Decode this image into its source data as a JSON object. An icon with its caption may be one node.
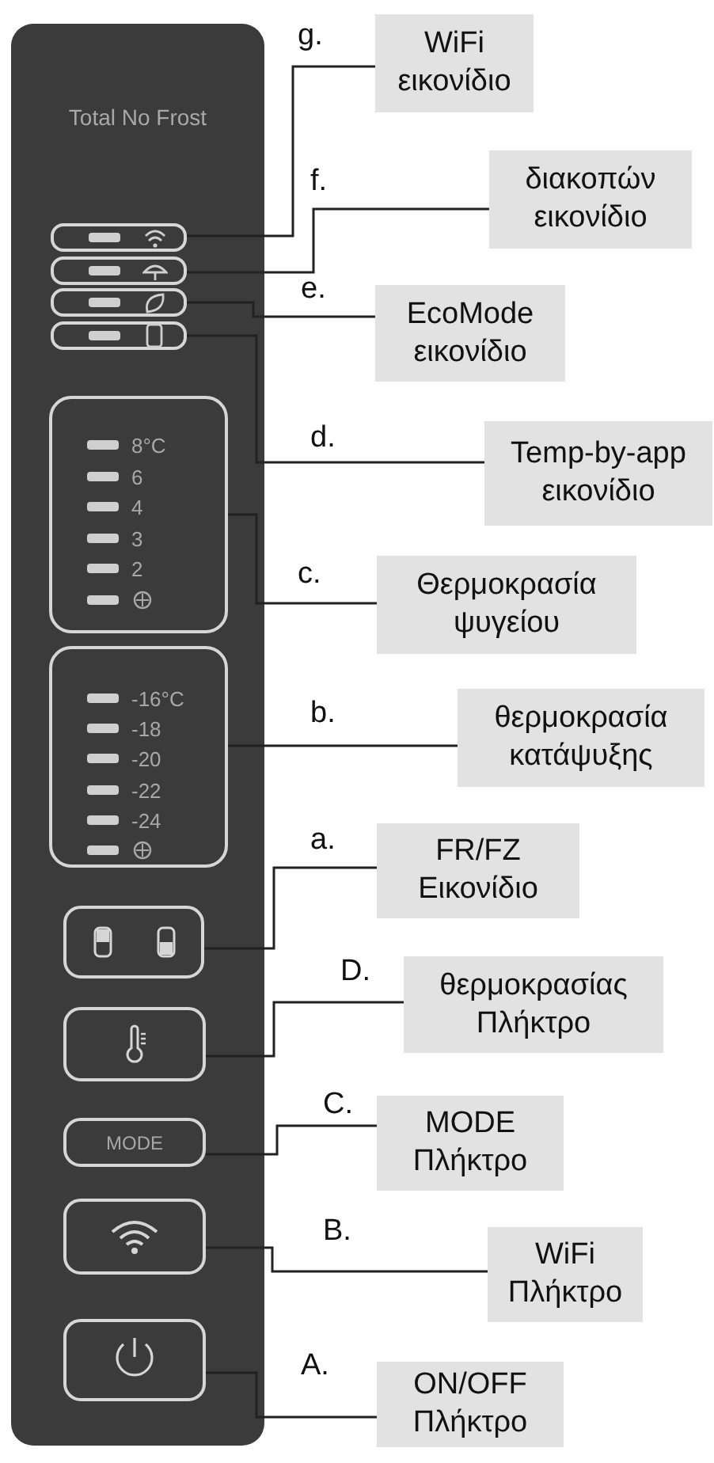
{
  "diagram": {
    "nodes": [
      {
        "text": [
          "Total No Frost"
        ]
      },
      {
        "text": [],
        "shape": "box",
        "in": 0
      },
      {
        "text": [],
        "shape": "box",
        "in": 0
      },
      {
        "text": [],
        "shape": "box",
        "in": 0
      },
      {
        "text": [],
        "shape": "box",
        "in": 0
      },
      {
        "text": [
          "8°C",
          "6",
          "4",
          "3",
          "2"
        ],
        "in": 0
      },
      {
        "text": [
          "-16°C",
          "-18",
          "-20",
          "-22",
          "-24"
        ],
        "in": 0
      },
      {
        "text": [],
        "shape": "box",
        "in": 0
      },
      {
        "text": [],
        "shape": "box",
        "in": 0
      },
      {
        "text": [
          "MODE"
        ],
        "in": 0
      },
      {
        "text": [],
        "shape": "box",
        "in": 0
      },
      {
        "text": [],
        "shape": "box",
        "in": 0
      },
      {
        "text": [
          "WiFi εικονίδιο"
        ]
      },
      {
        "text": [
          "διακοπών εικονίδιο"
        ]
      },
      {
        "text": [
          "EcoMode εικονίδιο"
        ]
      },
      {
        "text": [
          "Temp-by-app εικονίδιο"
        ]
      },
      {
        "text": [
          "Θερμοκρασία ψυγείου"
        ]
      },
      {
        "text": [
          "θερμοκρασία κατάψυξης"
        ]
      },
      {
        "text": [
          "FR/FZ Εικονίδιο"
        ]
      },
      {
        "text": [
          "θερμοκρασίας Πλήκτρο"
        ]
      },
      {
        "text": [
          "MODE Πλήκτρο"
        ]
      },
      {
        "text": [
          "WiFi Πλήκτρο"
        ]
      },
      {
        "text": [
          "ON/OFF Πλήκτρο"
        ]
      }
    ],
    "labels": [
      "g.",
      "f.",
      "e.",
      "d.",
      "c.",
      "b.",
      "a.",
      "D.",
      "C.",
      "B.",
      "A."
    ],
    "edges": [
      {
        "from": 12,
        "to": 1,
        "arrow": "none"
      },
      {
        "from": 13,
        "to": 2,
        "arrow": "none"
      },
      {
        "from": 14,
        "to": 3,
        "arrow": "none"
      },
      {
        "from": 15,
        "to": 4,
        "arrow": "none"
      },
      {
        "from": 16,
        "to": 5,
        "arrow": "none"
      },
      {
        "from": 17,
        "to": 6,
        "arrow": "none"
      },
      {
        "from": 18,
        "to": 7,
        "arrow": "none"
      },
      {
        "from": 19,
        "to": 8,
        "arrow": "none"
      },
      {
        "from": 20,
        "to": 9,
        "arrow": "none"
      },
      {
        "from": 21,
        "to": 10,
        "arrow": "none"
      },
      {
        "from": 22,
        "to": 11,
        "arrow": "none"
      }
    ]
  }
}
